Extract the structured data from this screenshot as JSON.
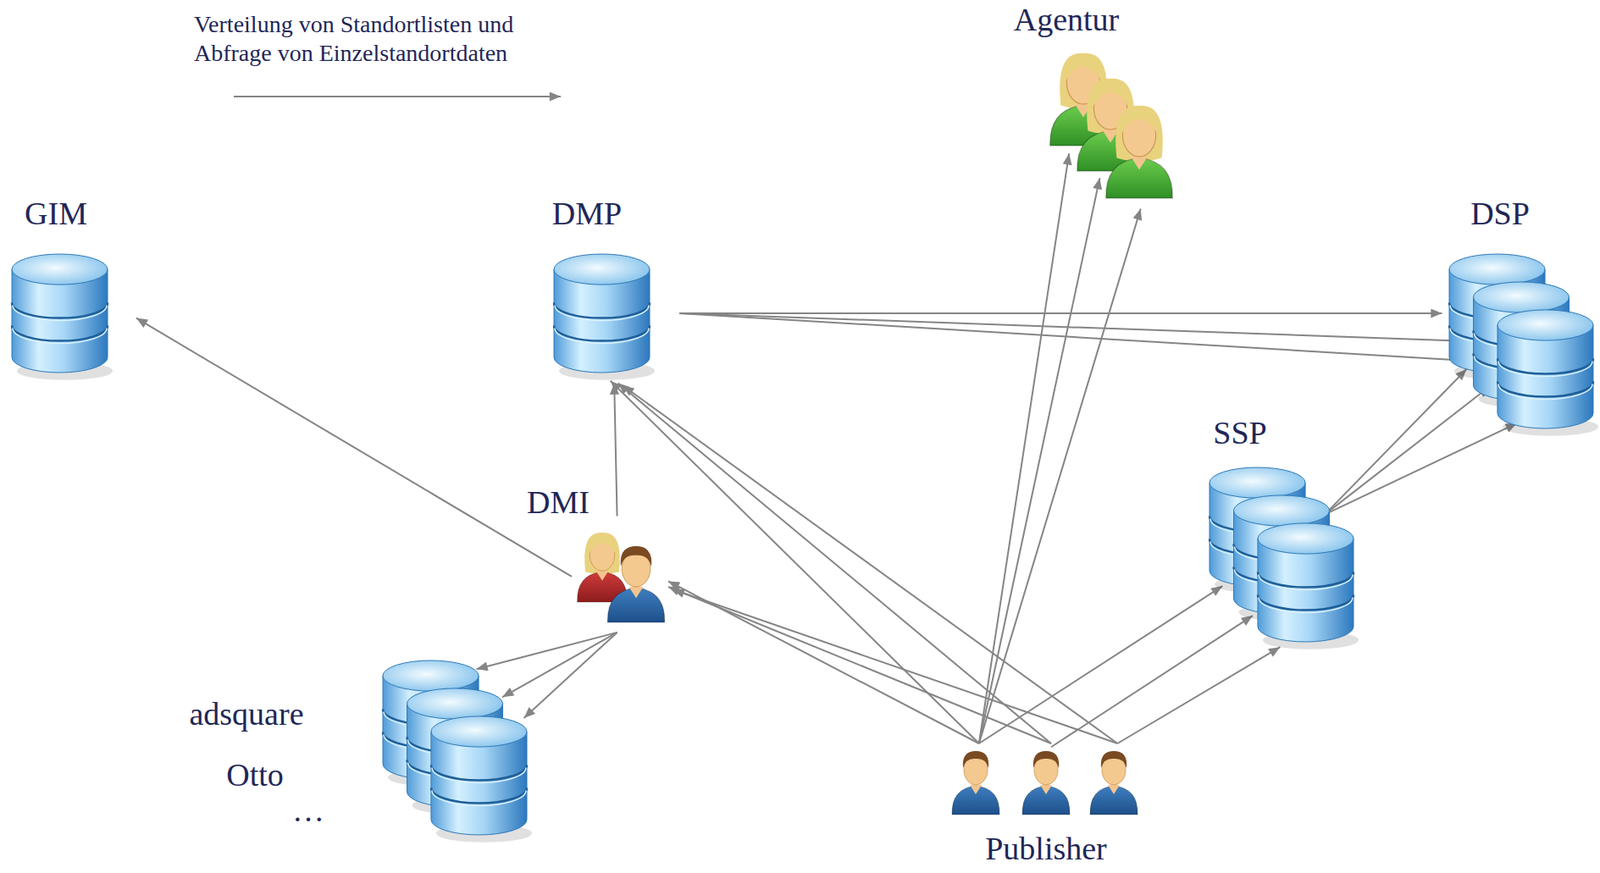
{
  "diagram": {
    "nodes": [
      {
        "text": [
          "Agentur"
        ]
      },
      {
        "text": [
          "GIM"
        ]
      },
      {
        "text": [
          "DMP"
        ]
      },
      {
        "text": [
          "DSP"
        ]
      },
      {
        "text": [
          "DMI"
        ]
      },
      {
        "text": [
          "SSP"
        ]
      },
      {
        "text": [
          "adsquare",
          "Otto",
          "…"
        ]
      },
      {
        "text": [
          "Publisher"
        ]
      }
    ],
    "edges": [
      {
        "from": 4,
        "to": 1,
        "arrow": "to"
      },
      {
        "from": 4,
        "to": 2,
        "arrow": "to"
      },
      {
        "from": 4,
        "to": 6,
        "arrow": "to"
      },
      {
        "from": 4,
        "to": 6,
        "arrow": "to"
      },
      {
        "from": 4,
        "to": 6,
        "arrow": "to"
      },
      {
        "from": 2,
        "to": 3,
        "arrow": "to"
      },
      {
        "from": 2,
        "to": 3,
        "arrow": "to"
      },
      {
        "from": 2,
        "to": 3,
        "arrow": "to"
      },
      {
        "from": 5,
        "to": 3,
        "arrow": "to"
      },
      {
        "from": 5,
        "to": 3,
        "arrow": "to"
      },
      {
        "from": 5,
        "to": 3,
        "arrow": "to"
      },
      {
        "from": 7,
        "to": 0,
        "arrow": "to"
      },
      {
        "from": 7,
        "to": 0,
        "arrow": "to"
      },
      {
        "from": 7,
        "to": 0,
        "arrow": "to"
      },
      {
        "from": 7,
        "to": 2,
        "arrow": "to"
      },
      {
        "from": 7,
        "to": 2,
        "arrow": "to"
      },
      {
        "from": 7,
        "to": 2,
        "arrow": "to"
      },
      {
        "from": 7,
        "to": 4,
        "arrow": "to"
      },
      {
        "from": 7,
        "to": 4,
        "arrow": "to"
      },
      {
        "from": 7,
        "to": 4,
        "arrow": "to"
      },
      {
        "from": 7,
        "to": 5,
        "arrow": "to"
      },
      {
        "from": 7,
        "to": 5,
        "arrow": "to"
      },
      {
        "from": 7,
        "to": 5,
        "arrow": "to"
      }
    ],
    "legend": [
      {
        "text": "Verteilung von Standortlisten und Abfrage von Einzelstandortdaten"
      }
    ]
  }
}
